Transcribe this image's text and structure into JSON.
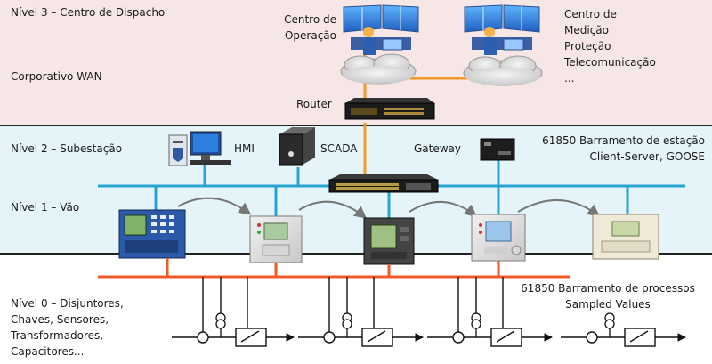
{
  "levels": {
    "level3": "Nível 3 – Centro de Dispacho",
    "wan": "Corporativo WAN",
    "level2": "Nível 2 – Subestação",
    "level1": "Nível 1 – Vão",
    "level0": [
      "Nível 0 – Disjuntores,",
      "Chaves, Sensores,",
      "Transformadores,",
      "Capacitores..."
    ]
  },
  "nodes": {
    "operation_center": [
      "Centro de",
      "Operação"
    ],
    "measurement_center": [
      "Centro de",
      "Medição",
      "Proteção",
      "Telecomunicação",
      "..."
    ],
    "router": "Router",
    "hmi": "HMI",
    "scada": "SCADA",
    "gateway": "Gateway"
  },
  "buses": {
    "station": [
      "61850 Barramento de estação",
      "Client-Server, GOOSE"
    ],
    "process": [
      "61850 Barramento de processos",
      "Sampled Values"
    ]
  },
  "colors": {
    "band3": "#f6e6e6",
    "band2": "#e4f4f8",
    "band0": "#ffffff",
    "station_bus": "#2aa3d2",
    "process_bus": "#f05a28",
    "wan_link": "#f29b2a",
    "divider": "#222222"
  },
  "icons": {
    "operation_center": "control-room-icon",
    "measurement_center": "control-room-icon",
    "clouds": "network-cloud-icon",
    "router": "router-icon",
    "hmi": "workstation-icon",
    "scada": "server-icon",
    "gateway": "gateway-icon",
    "switch": "network-switch-icon",
    "ieds": "protection-relay-icon"
  }
}
